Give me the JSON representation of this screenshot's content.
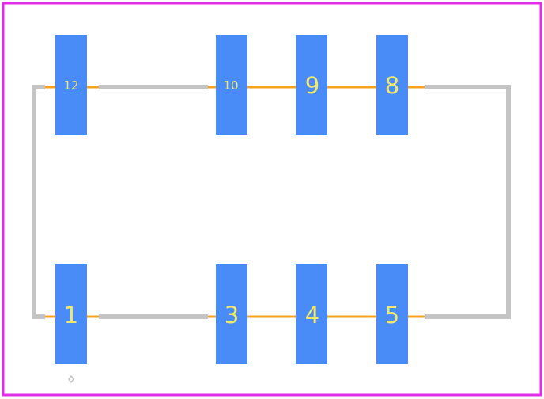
{
  "colors": {
    "background": "#ffffff",
    "board_outline": "#e22ce6",
    "pad_fill": "#4a8cf7",
    "pad_label": "#f2e96a",
    "silkscreen": "#c4c4c4",
    "trace": "#f5a21c",
    "pin1_marker": "#c4c4c4"
  },
  "pads": {
    "top_row": [
      {
        "number": "12"
      },
      {
        "number": "10"
      },
      {
        "number": "9"
      },
      {
        "number": "8"
      }
    ],
    "bottom_row": [
      {
        "number": "1"
      },
      {
        "number": "3"
      },
      {
        "number": "4"
      },
      {
        "number": "5"
      }
    ]
  }
}
